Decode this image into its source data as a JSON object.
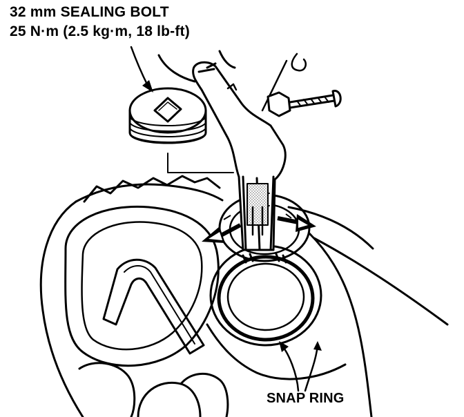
{
  "labels": {
    "bolt_name": "32 mm SEALING BOLT",
    "bolt_torque": "25 N·m (2.5 kg·m, 18 lb-ft)",
    "snap_ring": "SNAP RING"
  },
  "colors": {
    "ink": "#000000",
    "paper": "#ffffff",
    "hatch": "#8a8a8a"
  },
  "icons": {
    "tool": "snap-ring-pliers-icon",
    "bolt": "sealing-bolt-icon",
    "arrows": "spread-direction-arrows-icon"
  }
}
